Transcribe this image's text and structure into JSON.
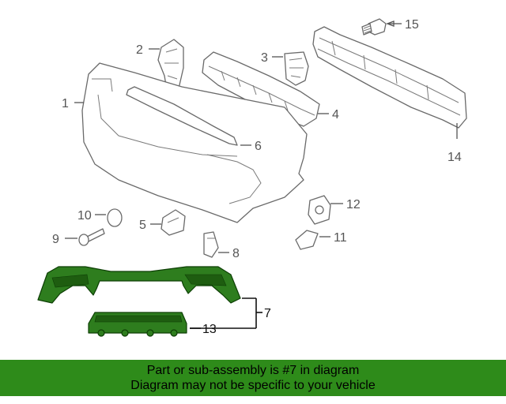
{
  "callouts": {
    "c1": "1",
    "c2": "2",
    "c3": "3",
    "c4": "4",
    "c5": "5",
    "c6": "6",
    "c7": "7",
    "c8": "8",
    "c9": "9",
    "c10": "10",
    "c11": "11",
    "c12": "12",
    "c13": "13",
    "c14": "14",
    "c15": "15"
  },
  "banner": {
    "line1": "Part or sub-assembly is #7 in diagram",
    "line2": "Diagram may not be specific to your vehicle"
  },
  "colors": {
    "highlight": "#2e7d1e",
    "banner": "#2e8b1a",
    "outline": "#6a6a6a"
  }
}
